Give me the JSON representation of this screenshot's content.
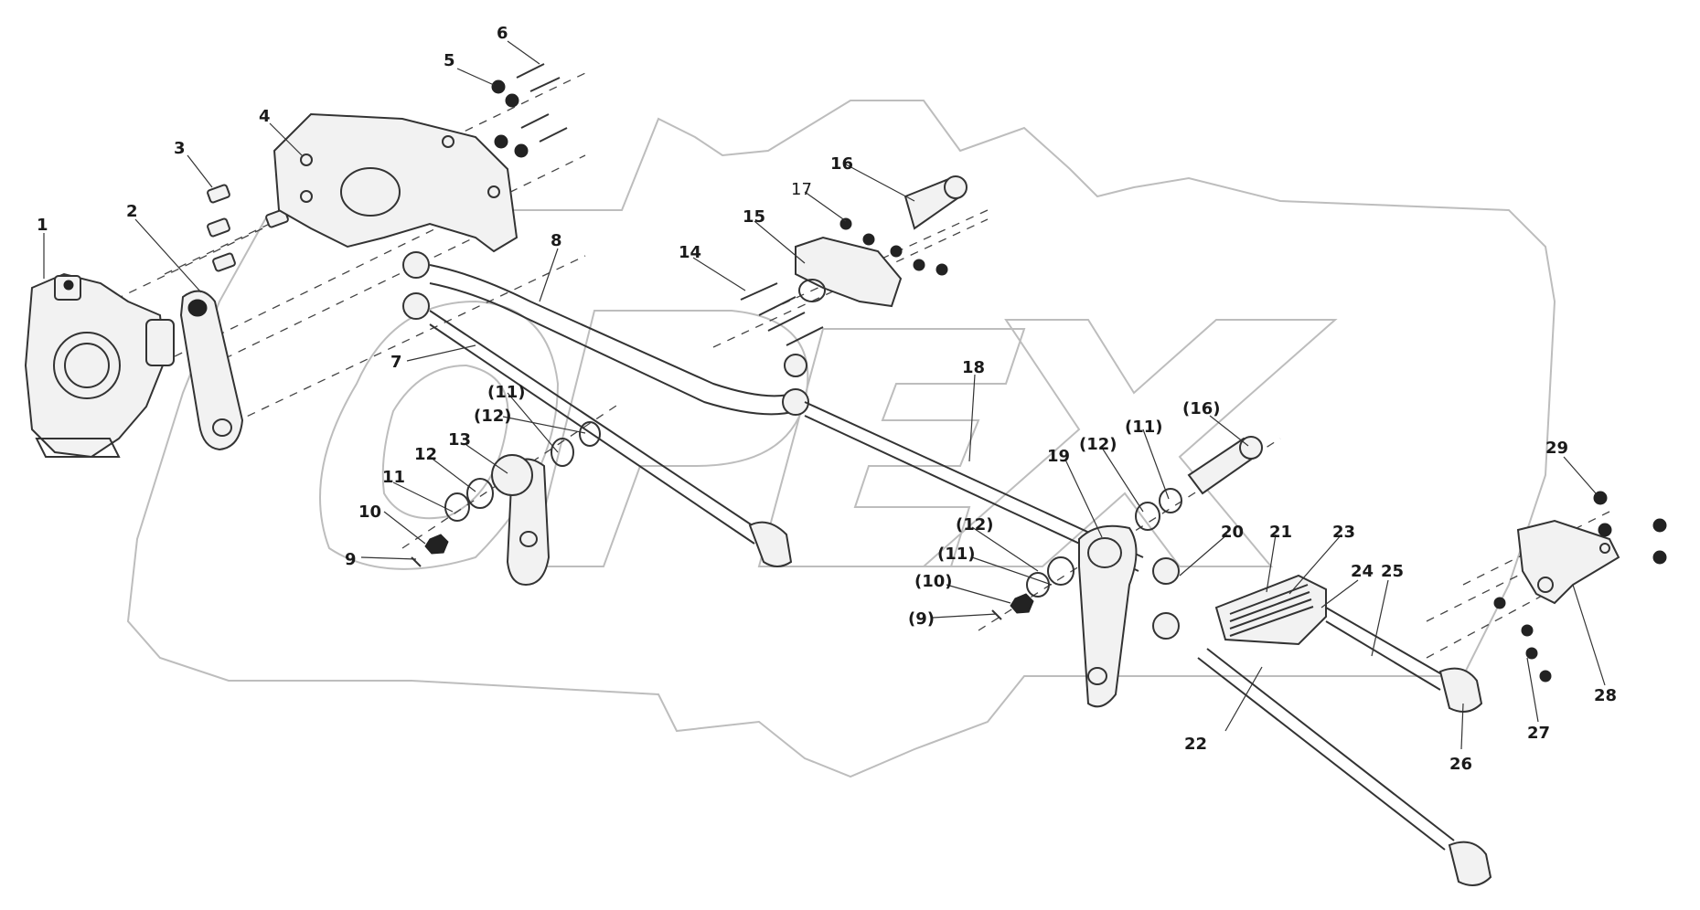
{
  "watermark": "OPEX",
  "callouts": [
    {
      "id": "1",
      "text": "1"
    },
    {
      "id": "2",
      "text": "2"
    },
    {
      "id": "3",
      "text": "3"
    },
    {
      "id": "4",
      "text": "4"
    },
    {
      "id": "5",
      "text": "5"
    },
    {
      "id": "6",
      "text": "6"
    },
    {
      "id": "7",
      "text": "7"
    },
    {
      "id": "8",
      "text": "8"
    },
    {
      "id": "9",
      "text": "9"
    },
    {
      "id": "10",
      "text": "10"
    },
    {
      "id": "11",
      "text": "11"
    },
    {
      "id": "12",
      "text": "12"
    },
    {
      "id": "13",
      "text": "13"
    },
    {
      "id": "p11a",
      "text": "(11)"
    },
    {
      "id": "p12a",
      "text": "(12)"
    },
    {
      "id": "14",
      "text": "14"
    },
    {
      "id": "15",
      "text": "15"
    },
    {
      "id": "16",
      "text": "16"
    },
    {
      "id": "17",
      "text": "17"
    },
    {
      "id": "18",
      "text": "18"
    },
    {
      "id": "19",
      "text": "19"
    },
    {
      "id": "p12b",
      "text": "(12)"
    },
    {
      "id": "p11b",
      "text": "(11)"
    },
    {
      "id": "p16",
      "text": "(16)"
    },
    {
      "id": "p12c",
      "text": "(12)"
    },
    {
      "id": "p11c",
      "text": "(11)"
    },
    {
      "id": "p10",
      "text": "(10)"
    },
    {
      "id": "p9",
      "text": "(9)"
    },
    {
      "id": "20",
      "text": "20"
    },
    {
      "id": "21",
      "text": "21"
    },
    {
      "id": "22",
      "text": "22"
    },
    {
      "id": "23",
      "text": "23"
    },
    {
      "id": "24",
      "text": "24"
    },
    {
      "id": "25",
      "text": "25"
    },
    {
      "id": "26",
      "text": "26"
    },
    {
      "id": "27",
      "text": "27"
    },
    {
      "id": "28",
      "text": "28"
    },
    {
      "id": "29",
      "text": "29"
    }
  ]
}
